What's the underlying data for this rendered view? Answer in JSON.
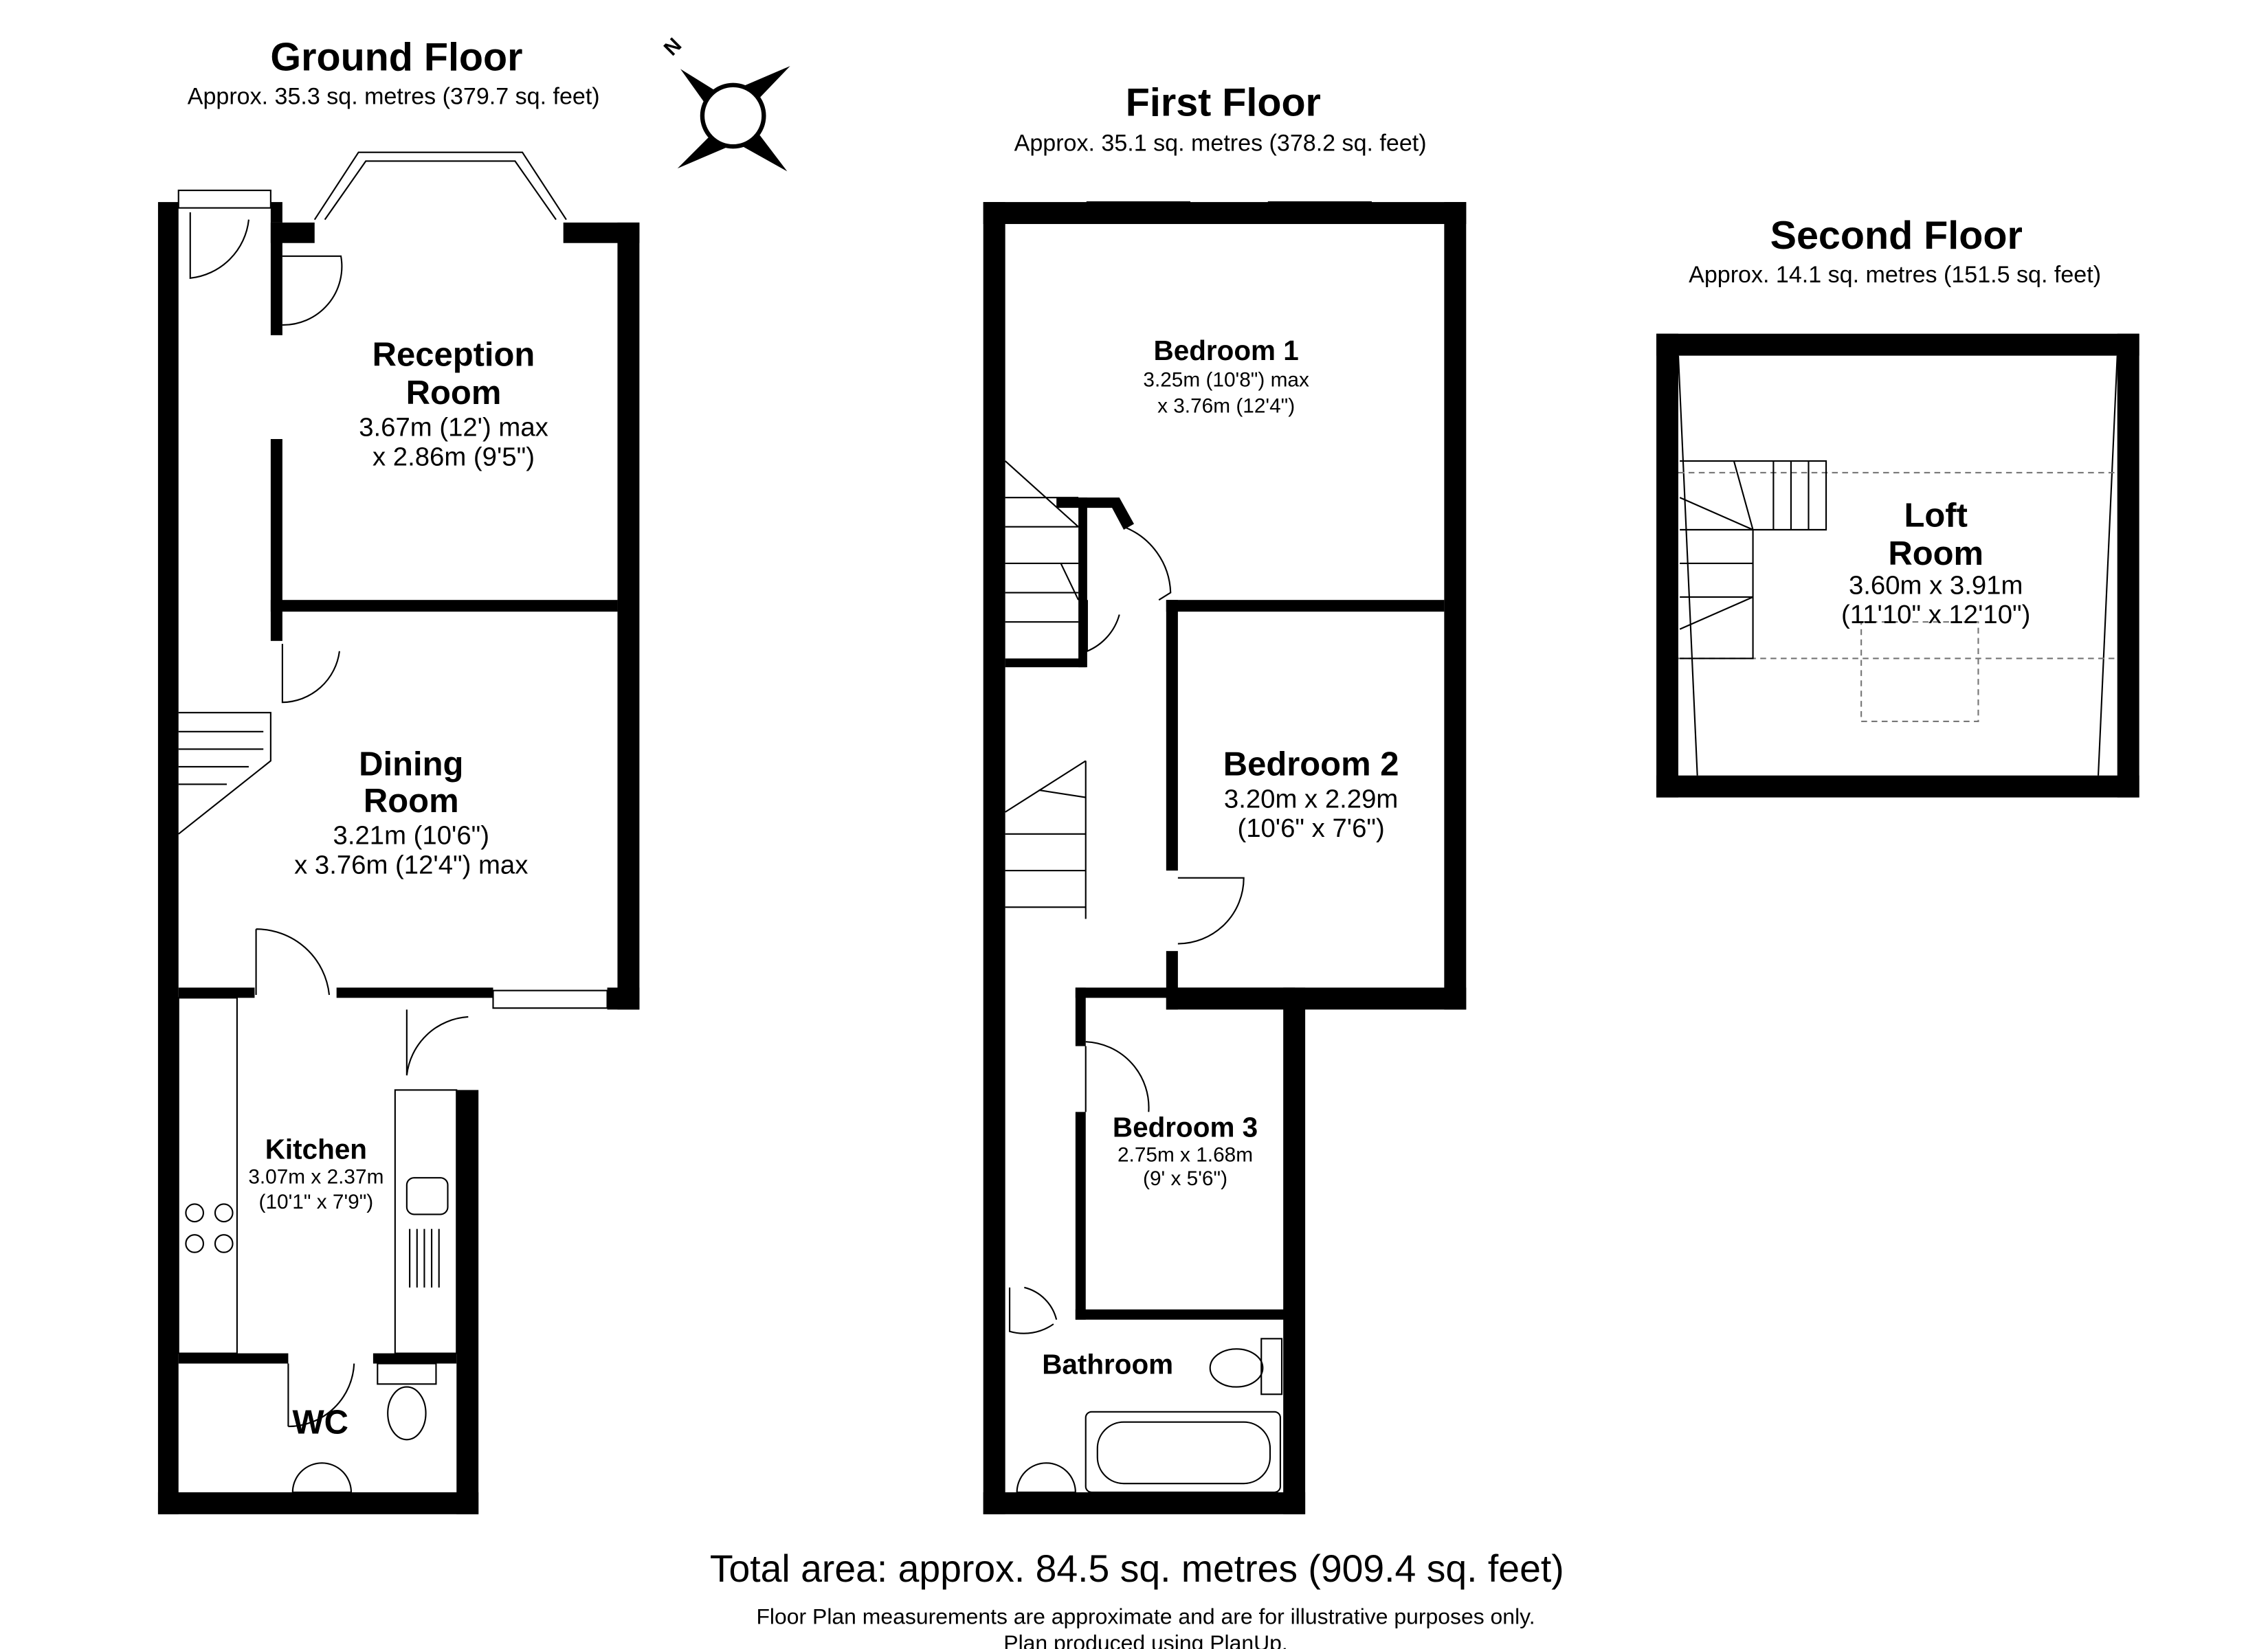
{
  "floors": {
    "ground": {
      "title": "Ground Floor",
      "area": "Approx. 35.3 sq. metres (379.7 sq. feet)",
      "rooms": [
        {
          "name_l1": "Reception",
          "name_l2": "Room",
          "dim_l1": "3.67m (12') max",
          "dim_l2": "x 2.86m (9'5\")"
        },
        {
          "name_l1": "Dining",
          "name_l2": "Room",
          "dim_l1": "3.21m (10'6\")",
          "dim_l2": "x 3.76m (12'4\") max"
        },
        {
          "name_l1": "Kitchen",
          "dim_l1": "3.07m x 2.37m",
          "dim_l2": "(10'1\" x 7'9\")"
        },
        {
          "name_l1": "WC"
        }
      ]
    },
    "first": {
      "title": "First Floor",
      "area": "Approx. 35.1 sq. metres (378.2 sq. feet)",
      "rooms": [
        {
          "name_l1": "Bedroom 1",
          "dim_l1": "3.25m (10'8\") max",
          "dim_l2": "x 3.76m (12'4\")"
        },
        {
          "name_l1": "Bedroom 2",
          "dim_l1": "3.20m x 2.29m",
          "dim_l2": "(10'6\" x 7'6\")"
        },
        {
          "name_l1": "Bedroom 3",
          "dim_l1": "2.75m x 1.68m",
          "dim_l2": "(9' x 5'6\")"
        },
        {
          "name_l1": "Bathroom"
        }
      ]
    },
    "second": {
      "title": "Second Floor",
      "area": "Approx. 14.1 sq. metres (151.5 sq. feet)",
      "rooms": [
        {
          "name_l1": "Loft",
          "name_l2": "Room",
          "dim_l1": "3.60m x 3.91m",
          "dim_l2": "(11'10\" x 12'10\")"
        }
      ]
    }
  },
  "compass": {
    "label": "N"
  },
  "footer": {
    "total": "Total area: approx. 84.5 sq. metres (909.4 sq. feet)",
    "disclaimer": "Floor Plan measurements are approximate and are for illustrative purposes only.",
    "produced": "Plan produced using PlanUp."
  }
}
